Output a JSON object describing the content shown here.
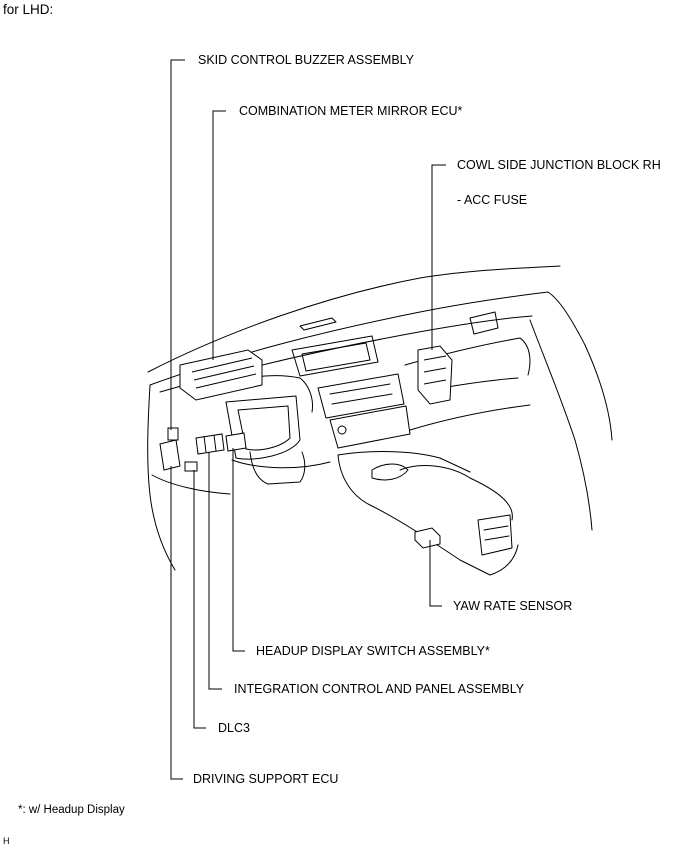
{
  "heading": "for LHD:",
  "labels": {
    "skid_control_buzzer": "SKID CONTROL BUZZER ASSEMBLY",
    "combination_meter_mirror_ecu": "COMBINATION METER MIRROR ECU*",
    "cowl_side_junction_block": "COWL SIDE JUNCTION BLOCK RH",
    "acc_fuse": "- ACC FUSE",
    "yaw_rate_sensor": "YAW RATE SENSOR",
    "headup_display_switch": "HEADUP DISPLAY SWITCH ASSEMBLY*",
    "integration_control_panel": "INTEGRATION CONTROL AND PANEL ASSEMBLY",
    "dlc3": "DLC3",
    "driving_support_ecu": "DRIVING SUPPORT ECU"
  },
  "footnote": "*: w/ Headup Display",
  "corner_mark": "H"
}
